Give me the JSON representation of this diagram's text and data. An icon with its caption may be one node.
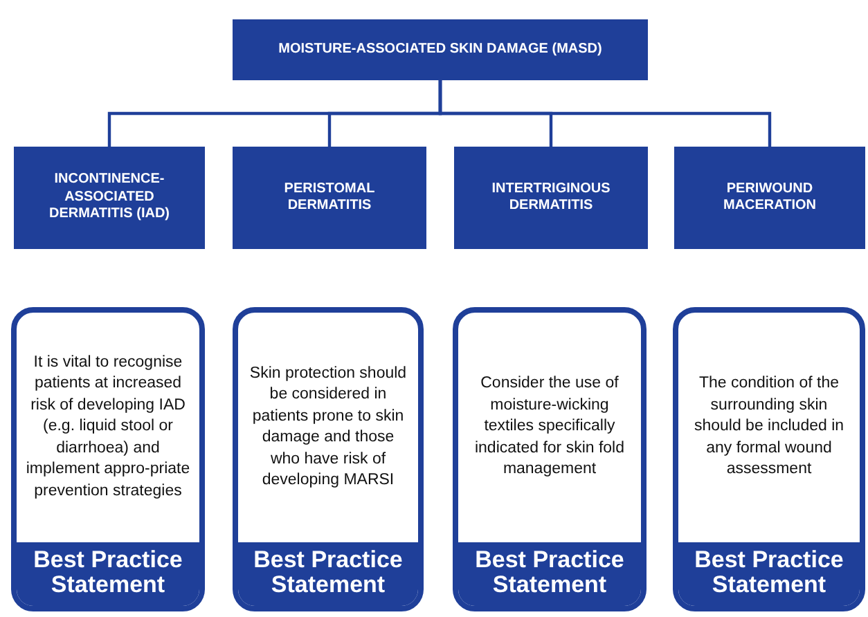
{
  "diagram": {
    "nodes": [
      {
        "text": [
          "MOISTURE-ASSOCIATED SKIN DAMAGE (MASD)"
        ]
      },
      {
        "text": [
          "INCONTINENCE-ASSOCIATED DERMATITIS (IAD)"
        ]
      },
      {
        "text": [
          "PERISTOMAL DERMATITIS"
        ]
      },
      {
        "text": [
          "INTERTRIGINOUS DERMATITIS"
        ]
      },
      {
        "text": [
          "PERIWOUND MACERATION"
        ]
      },
      {
        "text": [
          "It is vital to recognise patients at increased risk of developing IAD (e.g. liquid stool or diarrhoea) and implement appro-priate prevention strategies",
          "Best Practice Statement"
        ]
      },
      {
        "text": [
          "Skin protection should be considered in patients prone to skin damage and those who have risk of developing MARSI",
          "Best Practice Statement"
        ]
      },
      {
        "text": [
          "Consider the use of moisture-wicking textiles specifically indicated for skin fold management",
          "Best Practice Statement"
        ]
      },
      {
        "text": [
          "The condition of the surrounding skin should be included in any formal wound assessment",
          "Best Practice Statement"
        ]
      }
    ],
    "edges": [
      {
        "from": 0,
        "to": 1,
        "arrow": "none"
      },
      {
        "from": 0,
        "to": 2,
        "arrow": "none"
      },
      {
        "from": 0,
        "to": 3,
        "arrow": "none"
      },
      {
        "from": 0,
        "to": 4,
        "arrow": "none"
      }
    ]
  }
}
